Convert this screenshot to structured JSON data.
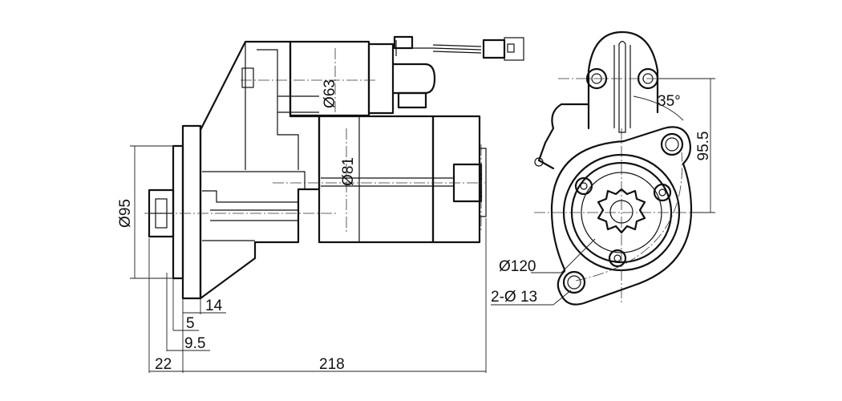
{
  "dimensions": {
    "d63": "Ø63",
    "d81": "Ø81",
    "d95": "Ø95",
    "d14": "14",
    "d5": "5",
    "d9_5": "9.5",
    "d22": "22",
    "d218": "218",
    "d35": "35°",
    "d95_5": "95.5",
    "d120": "Ø120",
    "d2_13": "2-Ø 13"
  }
}
